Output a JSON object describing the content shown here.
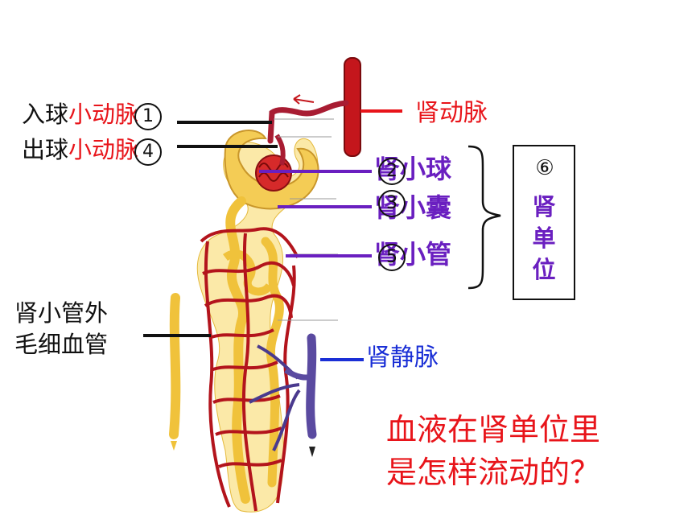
{
  "labels": {
    "afferent_prefix": "入球",
    "afferent_suffix": "小动脉",
    "efferent_prefix": "出球",
    "efferent_suffix": "小动脉",
    "renal_artery": "肾动脉",
    "glomerulus": "肾小球",
    "capsule": "肾小囊",
    "tubule": "肾小管",
    "capillary_line1": "肾小管外",
    "capillary_line2": "毛细血管",
    "renal_vein": "肾静脉"
  },
  "markers": {
    "m1": "1",
    "m2": "2",
    "m3": "3",
    "m4": "4",
    "m5": "5",
    "m6": "⑥"
  },
  "unit_box": {
    "text_line1": "肾",
    "text_line2": "单",
    "text_line3": "位"
  },
  "question": {
    "line1": "血液在肾单位里",
    "line2": "是怎样流动的？"
  },
  "colors": {
    "artery": "#c4161c",
    "tubule": "#f3c94a",
    "vein": "#5a4aa0",
    "label_red": "#e8141a",
    "label_purple": "#6a1fc0",
    "label_blue": "#1a2fd6"
  }
}
